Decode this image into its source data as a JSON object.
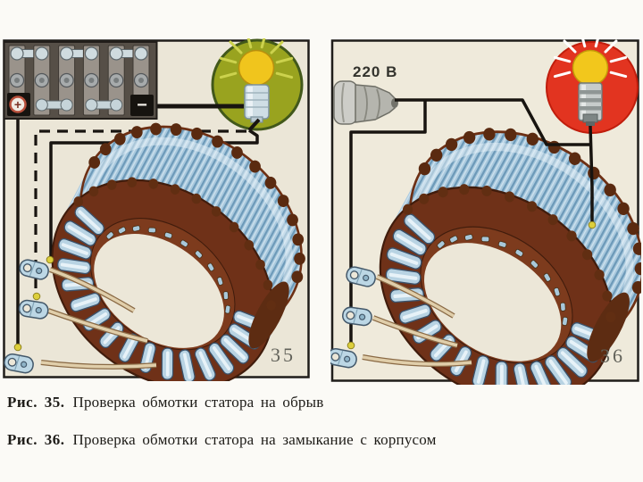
{
  "panels": {
    "left": {
      "figure_number": "35"
    },
    "right": {
      "figure_number": "36",
      "voltage_label": "220 В"
    }
  },
  "battery": {
    "plus_label": "+",
    "minus_label": "−"
  },
  "captions": [
    {
      "label": "Рис. 35.",
      "text": "Проверка обмотки статора на обрыв"
    },
    {
      "label": "Рис. 36.",
      "text": "Проверка обмотки статора на замыкание с корпусом"
    }
  ],
  "colors": {
    "panel_bg": "#ece7d8",
    "wire_black": "#181410",
    "stator_steel_blue": "#a9c9de",
    "coil_brown": "#6f3118",
    "lamp_circle_left_green": "#99a31f",
    "lamp_circle_right_red": "#e23420",
    "bulb_yellow": "#f0c51d",
    "contact_dot_yellow": "#ddcf3c",
    "lead_wire_tan": "#e0ceaa",
    "lug_blue": "#bcd7e5"
  }
}
